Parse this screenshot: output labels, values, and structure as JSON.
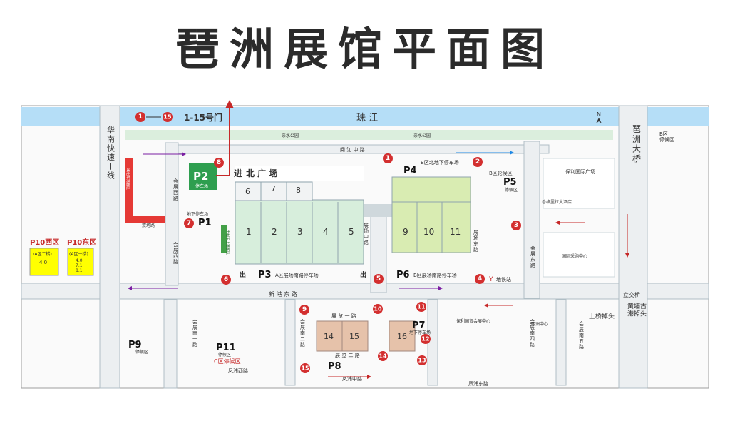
{
  "title": "琶洲展馆平面图",
  "river": {
    "label": "珠      江",
    "gates": "1-15号门",
    "gate_from": "1",
    "gate_to": "15",
    "park_left": "亲水公园",
    "park_right": "亲水公园"
  },
  "compass": "N",
  "roads": {
    "huanan_expressway": "华\n南\n快\n速\n干\n线",
    "yuejiang_road": "阅  江  中  路",
    "huizhan_west_road": "会\n展\n西\n路",
    "huizhan_west_road_2": "会\n展\n西\n路",
    "shuangta_road": "双塔路",
    "xingang_east_road": "新  港  东  路",
    "huizhan_middle_road": "展\n场\n中\n路",
    "huizhan_east_road": "展\n场\n东\n路",
    "huizhan_south_1": "会\n展\n南\n一\n路",
    "huizhan_south_2": "会\n展\n南\n二\n路",
    "huizhan_south_4": "会\n展\n南\n四\n路",
    "huizhan_south_5": "会\n展\n南\n五\n路",
    "zhanlan_road_1": "展  览  一  路",
    "zhanlan_road_2": "展  览  二  路",
    "fengpu_middle_road": "凤浦中路",
    "fengpu_west_road": "凤浦西路",
    "fengpu_east_road": "凤浦东路",
    "huizhan_east_road_2": "会\n展\n东\n路",
    "pazhou_bridge": "琶\n洲\n大\n桥",
    "lijiaoqiao": "立交桥",
    "shangqiao_diaotou": "上桥掉头",
    "huangpu_diaotou": "黄埔古\n港掉头"
  },
  "plaza": "北      广      场",
  "entrance": "进",
  "exit_left": "出",
  "exit_right": "出",
  "halls_a": [
    "1",
    "2",
    "3",
    "4",
    "5"
  ],
  "halls_a_top": [
    "6",
    "7",
    "8"
  ],
  "halls_b": [
    "9",
    "10",
    "11"
  ],
  "halls_c": [
    "14",
    "15",
    "16"
  ],
  "parking": {
    "p1": {
      "code": "P1",
      "desc": "地下停车场"
    },
    "p2": {
      "code": "P2",
      "desc": "停车场"
    },
    "p3": {
      "code": "P3",
      "desc": "A区展场南路停车场"
    },
    "p4": {
      "code": "P4",
      "desc": "B区北地下停车场"
    },
    "p5": {
      "code": "P5",
      "desc": "停候区",
      "area": "B区轮候区"
    },
    "p6": {
      "code": "P6",
      "desc": "B区展场南路停车场"
    },
    "p7": {
      "code": "P7",
      "desc": "地下停车场"
    },
    "p8": {
      "code": "P8"
    },
    "p9": {
      "code": "P9",
      "desc": "停候区"
    },
    "p10_west": {
      "code": "P10西区",
      "sub": "(A区二楼)",
      "val": "4.0"
    },
    "p10_east": {
      "code": "P10东区",
      "sub": "(A区一楼)",
      "vals": [
        "4.0",
        "7.1",
        "8.1"
      ]
    },
    "p11": {
      "code": "P11",
      "desc": "停候区",
      "area": "C区停候区"
    }
  },
  "b_wait_area": "B区\n停候区",
  "buildings": {
    "poly_plaza": "保利国际广场",
    "hotel": "香格里拉大酒店",
    "intl_purchase": "国际采购中心",
    "poly_expo": "保利国贸会展中心",
    "zhongzhou": "中洲中心"
  },
  "metro": "地铁站",
  "gates": [
    "1",
    "2",
    "3",
    "4",
    "5",
    "6",
    "7",
    "8",
    "9",
    "10",
    "11",
    "12",
    "13",
    "14",
    "15"
  ],
  "taxi_labels": {
    "left": "出租车落客区",
    "right": "出租车上落客区"
  },
  "colors": {
    "river": "#b5def7",
    "park": "#dbeedd",
    "red_accent": "#d32f2f",
    "p2_green": "#2e9e4f",
    "hall_a": "#d7eedc",
    "hall_b": "#d9ecb2",
    "hall_c": "#e6c2aa",
    "p10_yellow": "#ffff00"
  }
}
